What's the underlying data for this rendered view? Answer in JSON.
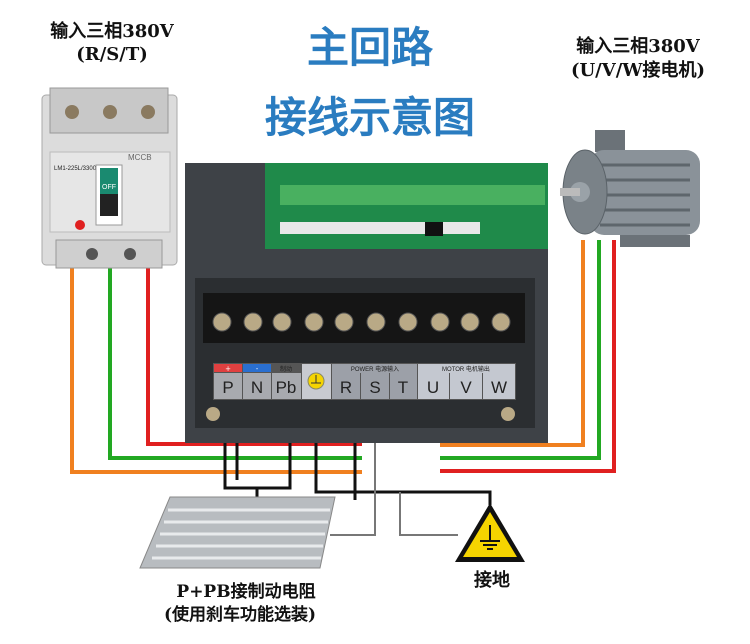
{
  "title": {
    "line1": "主回路",
    "line2": "接线示意图"
  },
  "input_left": {
    "line1": "输入三相380V",
    "line2": "(R/S/T)"
  },
  "input_right": {
    "line1": "输入三相380V",
    "line2": "(U/V/W接电机)"
  },
  "breaker": {
    "brand": "MCCB",
    "switch": "OFF",
    "model": "LM1-225L/3300"
  },
  "terminal_block": {
    "labels": [
      "P",
      "N",
      "Pb",
      "R",
      "S",
      "T",
      "U",
      "V",
      "W"
    ],
    "plus": "+",
    "minus": "-",
    "brake": "制动",
    "power_header": "POWER 电源输入",
    "motor_header": "MOTOR 电机输出"
  },
  "resistor": {
    "line1": "P+PB接制动电阻",
    "line2": "(使用刹车功能选装)"
  },
  "ground": {
    "label": "接地"
  },
  "colors": {
    "title": "#2a7cc0",
    "orange": "#f08020",
    "green": "#22a822",
    "red": "#e02020",
    "black": "#111111",
    "ground_sign": "#f5d400"
  }
}
